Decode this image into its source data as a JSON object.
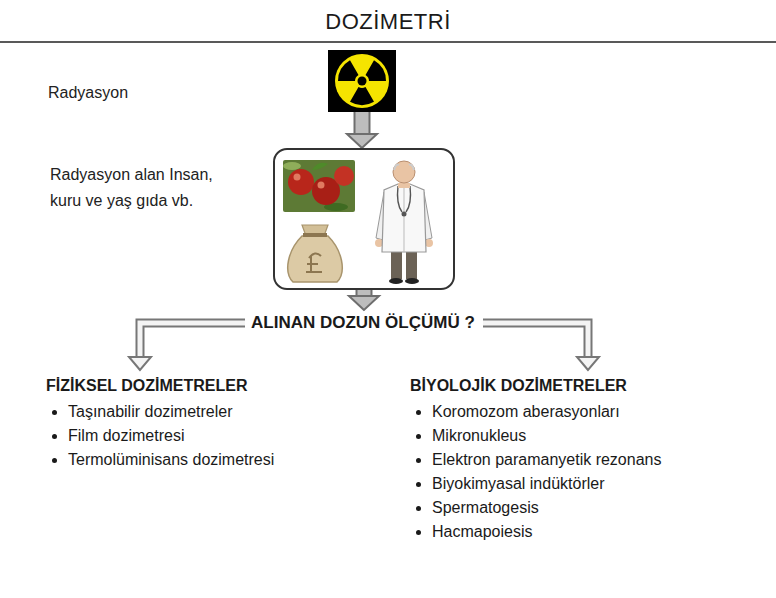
{
  "diagram": {
    "title": "DOZİMETRİ",
    "nodes": [
      {
        "text": [
          "Radyasyon"
        ]
      },
      {
        "text": [
          "Radyasyon alan Insan, kuru ve yaş gıda vb."
        ]
      },
      {
        "text": [
          "ALINAN DOZUN ÖLÇÜMÜ ?"
        ]
      },
      {
        "text": [
          "FİZİKSEL DOZİMETRELER",
          "Taşınabilir dozimetreler",
          "Film dozimetresi",
          "Termolüminisans dozimetresi"
        ]
      },
      {
        "text": [
          "BİYOLOJİK DOZİMETRELER",
          "Koromozom aberasyonları",
          "Mikronukleus",
          "Elektron paramanyetik rezonans",
          "Biyokimyasal indüktörler",
          "Spermatogesis",
          "Hacmapoiesis"
        ]
      }
    ],
    "edges": [
      {
        "from": 0,
        "to": 1,
        "arrow": "to"
      },
      {
        "from": 1,
        "to": 2,
        "arrow": "to"
      },
      {
        "from": 2,
        "to": 3,
        "arrow": "to"
      },
      {
        "from": 2,
        "to": 4,
        "arrow": "to"
      }
    ]
  }
}
